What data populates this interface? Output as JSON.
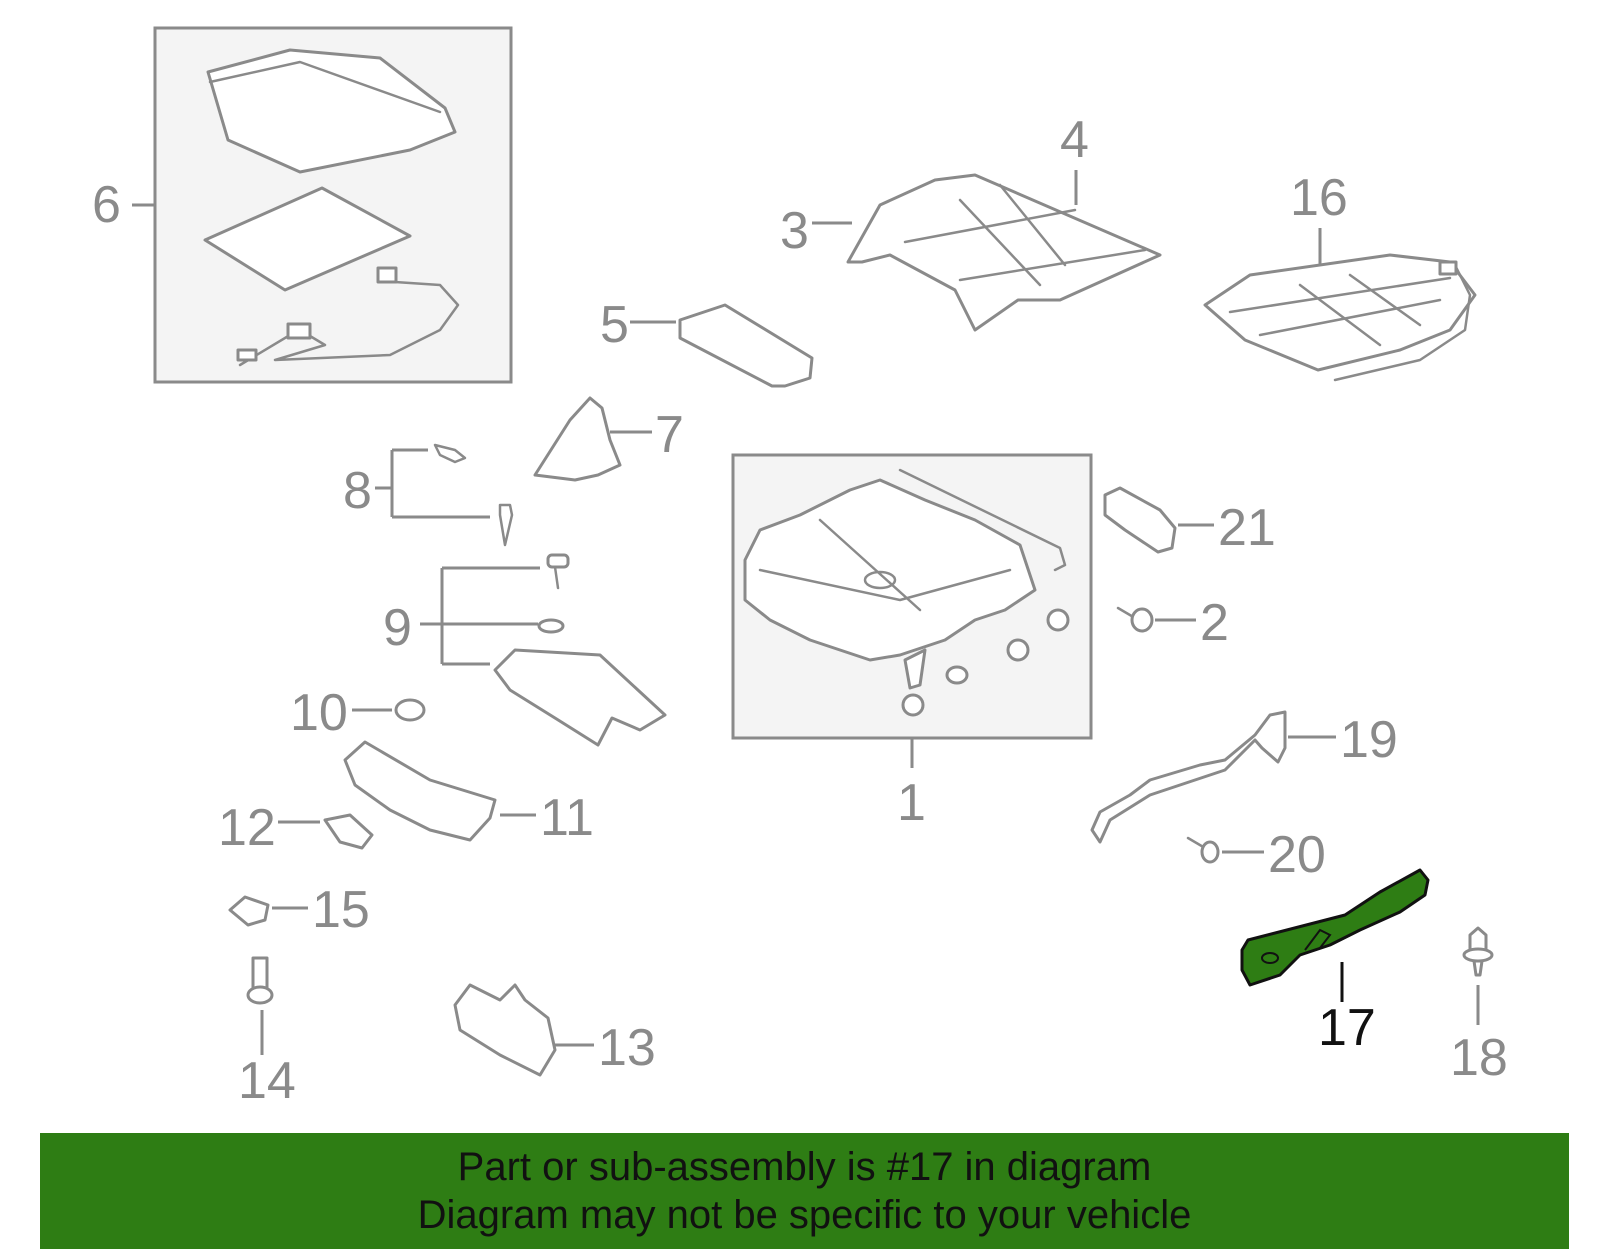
{
  "diagram": {
    "labels": [
      "1",
      "2",
      "3",
      "4",
      "5",
      "6",
      "7",
      "8",
      "9",
      "10",
      "11",
      "12",
      "13",
      "14",
      "15",
      "16",
      "17",
      "18",
      "19",
      "20",
      "21"
    ],
    "highlighted_part": "17",
    "colors": {
      "highlight_fill": "#2e7d14",
      "line_gray": "#8a8a8a",
      "banner_bg": "#2e7d14"
    }
  },
  "banner": {
    "line1": "Part or sub-assembly is #17 in diagram",
    "line2": "Diagram may not be specific to your vehicle"
  }
}
